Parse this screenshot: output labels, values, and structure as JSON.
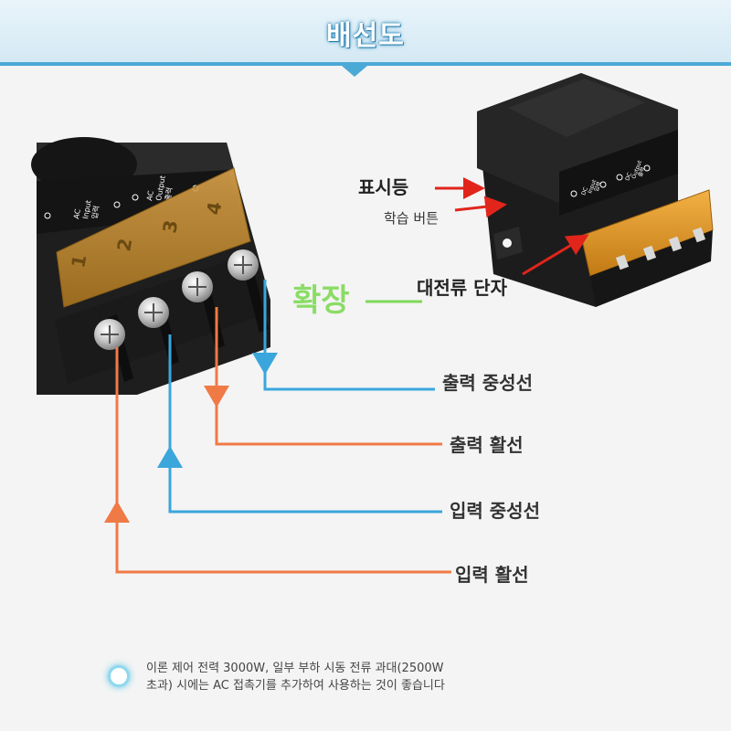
{
  "header": {
    "title": "배선도"
  },
  "labels": {
    "indicator_light": "표시등",
    "learn_button": "학습 버튼",
    "high_current_terminal": "대전류 단자",
    "expand": "확장",
    "output_neutral": "출력 중성선",
    "output_live": "출력 활선",
    "input_neutral": "입력 중성선",
    "input_live": "입력 활선"
  },
  "terminal_block": {
    "ac_input": [
      "AC",
      "Input",
      "입력"
    ],
    "ac_output": [
      "AC",
      "Output",
      "출력"
    ],
    "digits": [
      "1",
      "2",
      "3",
      "4"
    ]
  },
  "small_module": {
    "dc_input": [
      "DC",
      "Input",
      "입력"
    ],
    "dc_output": [
      "DC",
      "Output",
      "출력"
    ]
  },
  "footer": {
    "note_line1": "이론 제어 전력 3000W, 일부 부하 시동 전류 과대(2500W",
    "note_line2": "초과) 시에는 AC 접촉기를 추가하여 사용하는 것이 좋습니다"
  },
  "colors": {
    "live_wire": "#f07a45",
    "neutral_wire": "#3aa6dc",
    "pointer_arrow": "#e1251b",
    "expand_text": "#7ed957",
    "accent": "#4ba9d6"
  }
}
